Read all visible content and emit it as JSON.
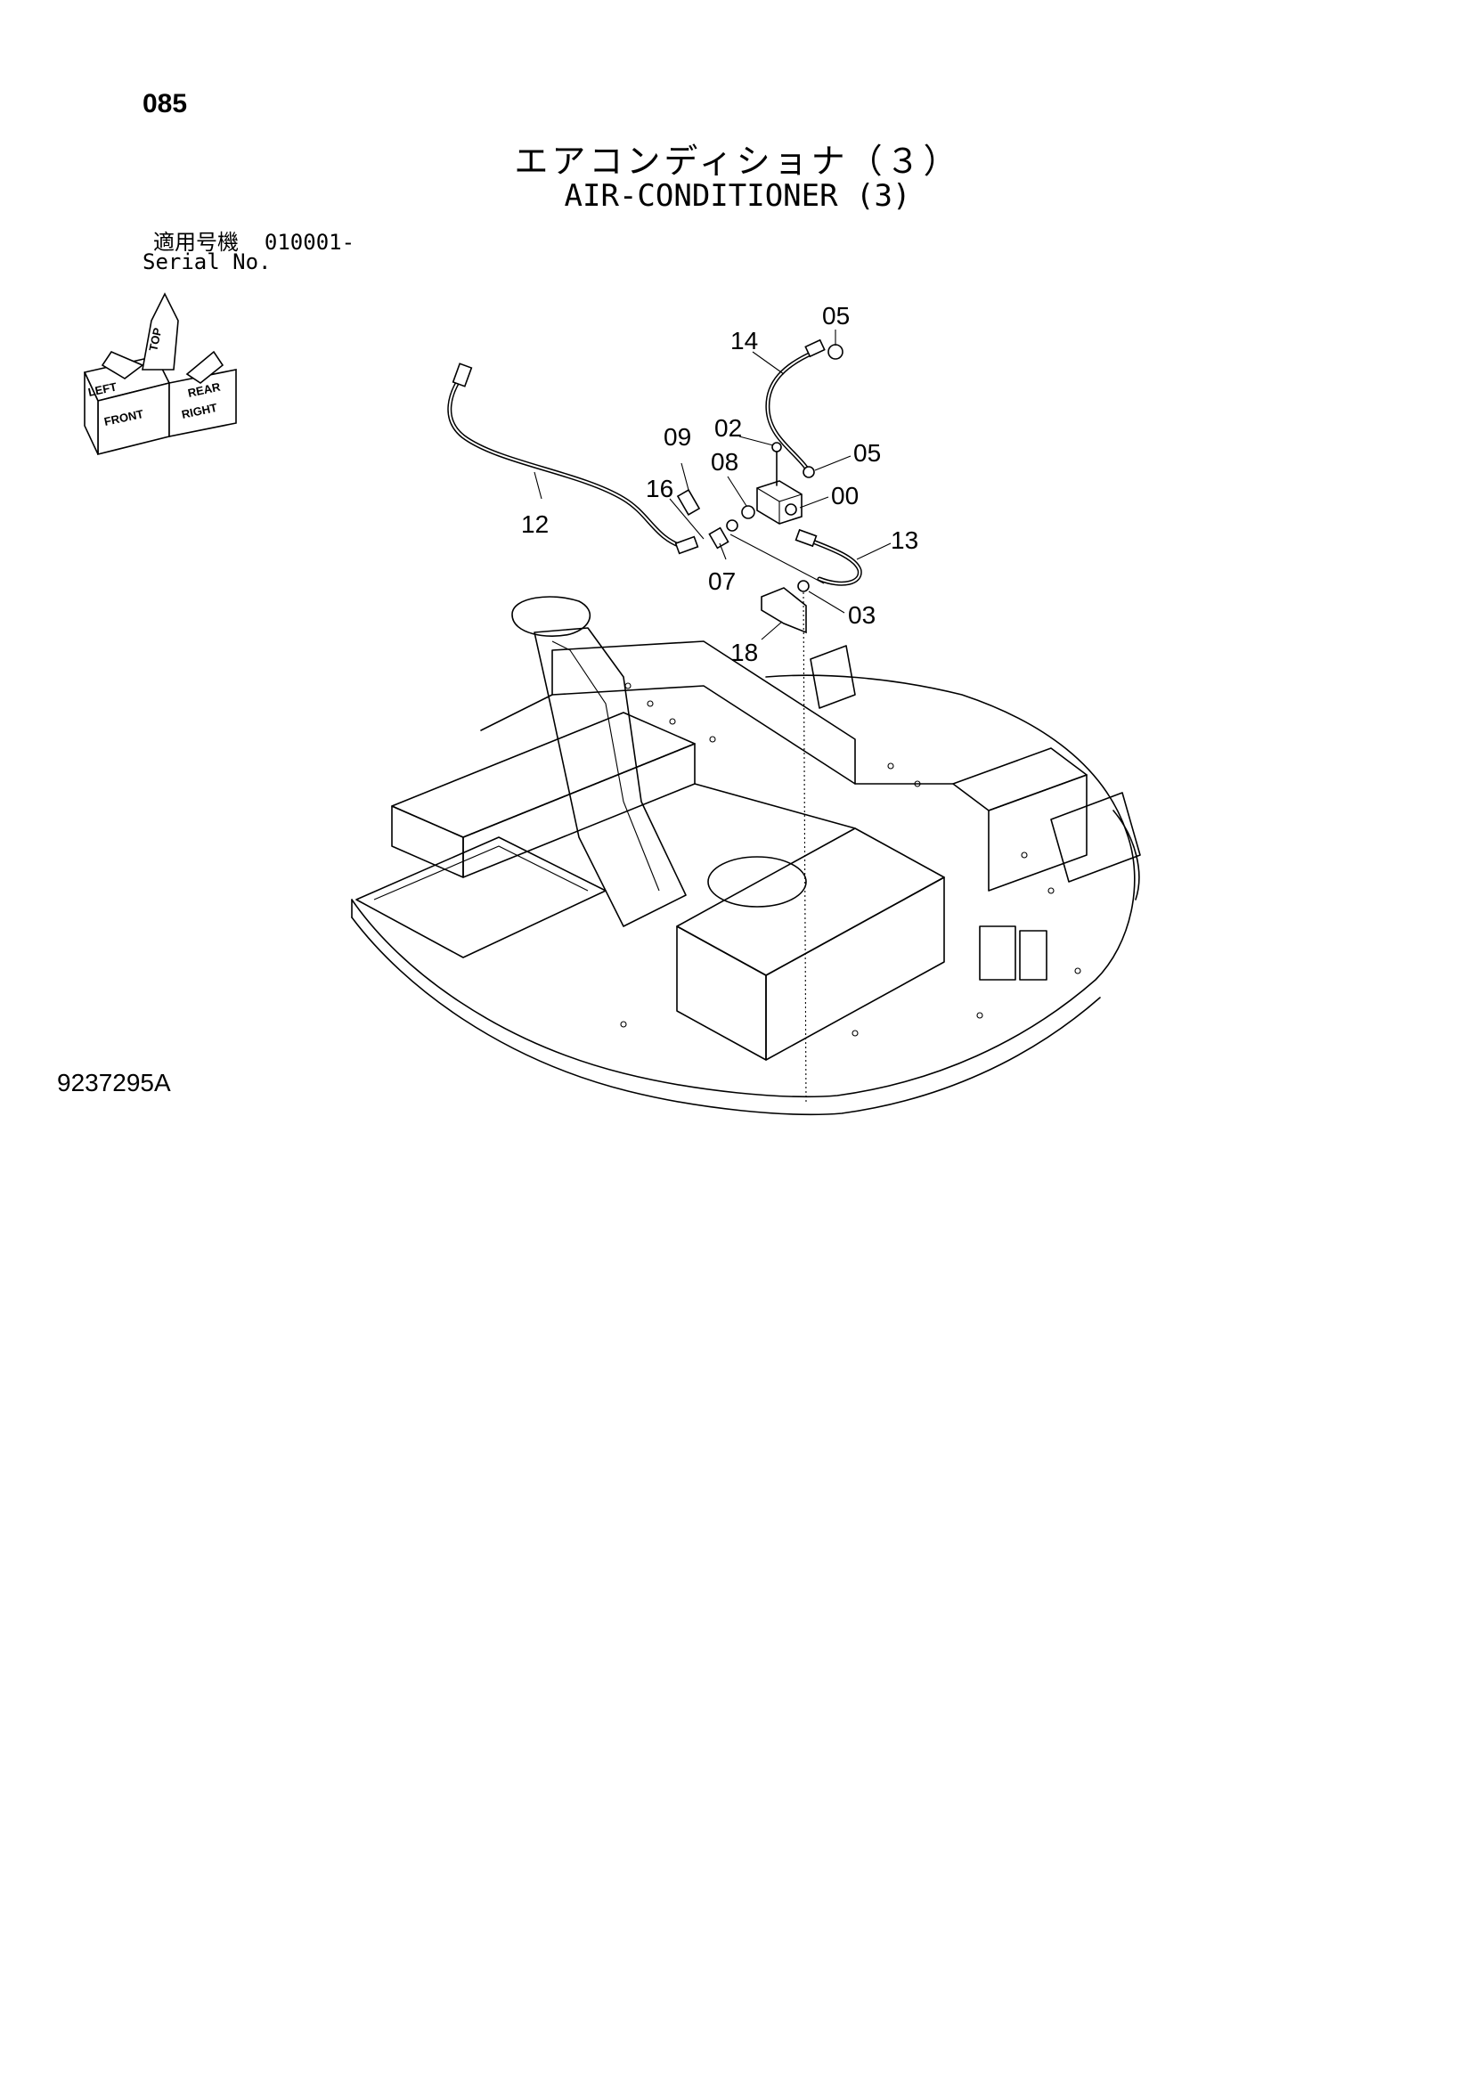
{
  "header": {
    "page_number": "085",
    "title_jp": "エアコンディショナ（３）",
    "title_en": "AIR-CONDITIONER (3)",
    "serial_label_jp": "適用号機",
    "serial_value": "010001-",
    "serial_label_en": "Serial No."
  },
  "orientation_icon": {
    "labels": [
      "FRONT",
      "TOP",
      "RIGHT",
      "LEFT",
      "REAR"
    ],
    "icon": "orientation-cube-icon"
  },
  "callouts": [
    "05",
    "14",
    "02",
    "09",
    "08",
    "05",
    "00",
    "16",
    "12",
    "13",
    "07",
    "03",
    "18"
  ],
  "footer": {
    "drawing_number": "9237295A"
  }
}
